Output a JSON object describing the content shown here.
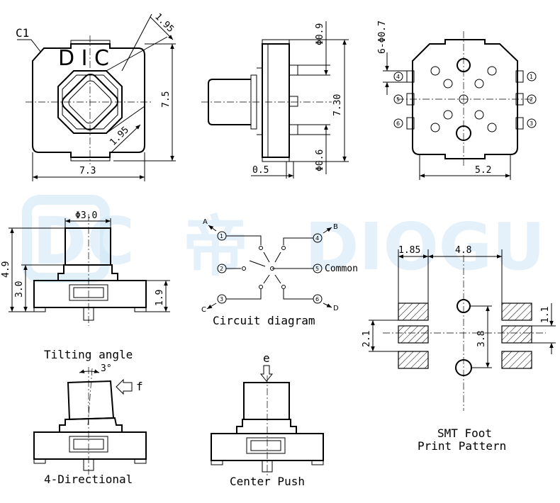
{
  "watermark": {
    "logo": "DC",
    "chinese": "帝",
    "brand": "DIOGU",
    "color": "#cfe6f7"
  },
  "top_view": {
    "chamfer": "C1",
    "marking": "D I C",
    "dim_width": "7.3",
    "dim_height": "7.5",
    "dim_diag_top": "1.95",
    "dim_diag_bottom": "1.95"
  },
  "side_view": {
    "dim_pin_dia_top": "Φ0.9",
    "dim_pin_dia_bottom": "Φ0.6",
    "dim_height": "7.30",
    "dim_offset": "0.5"
  },
  "bottom_view": {
    "dim_holes": "6-Φ0.7",
    "dim_width": "5.2",
    "pins": [
      "1",
      "2",
      "3",
      "4",
      "5",
      "6"
    ]
  },
  "front_view": {
    "dim_knob_dia": "Φ3.0",
    "dim_total": "4.9",
    "dim_body": "3.0",
    "dim_base": "1.9"
  },
  "circuit": {
    "caption": "Circuit diagram",
    "common_label": "Common",
    "dir_a": "A",
    "dir_b": "B",
    "dir_c": "C",
    "dir_d": "D",
    "pins": [
      "1",
      "2",
      "3",
      "4",
      "5",
      "6"
    ]
  },
  "footprint": {
    "caption_line1": "SMT Foot",
    "caption_line2": "Print Pattern",
    "dim_pad_width": "1.85",
    "dim_pitch": "4.8",
    "dim_pad_height": "1.1",
    "dim_pad_gap": "2.1",
    "dim_span": "3.8"
  },
  "tilt_view": {
    "title": "Tilting angle",
    "angle": "3°",
    "force": "f",
    "caption": "4-Directional"
  },
  "push_view": {
    "force": "e",
    "caption": "Center Push"
  }
}
